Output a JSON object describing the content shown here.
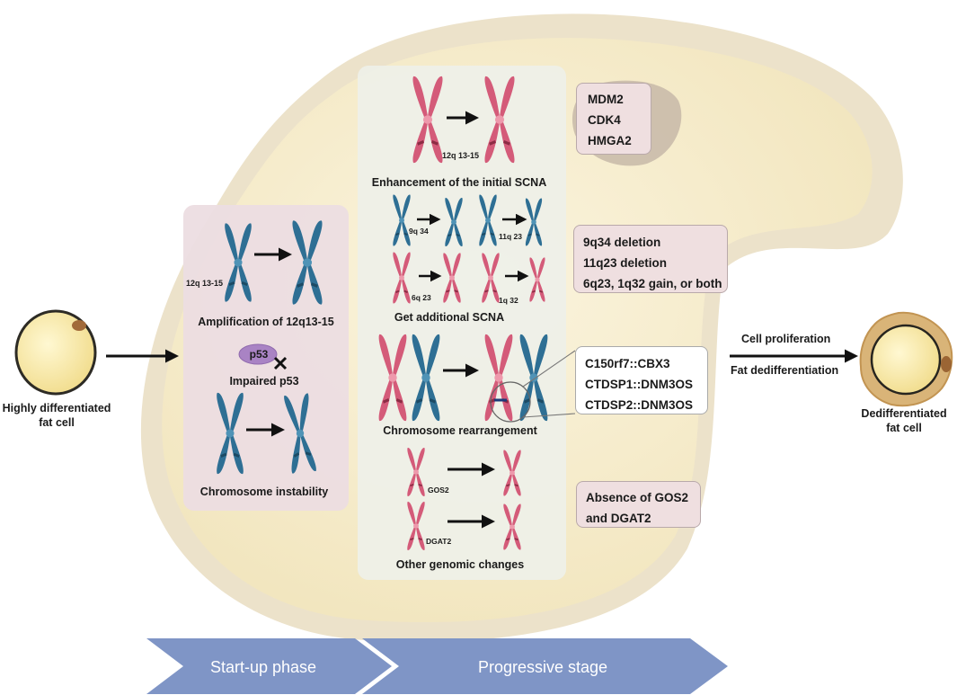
{
  "left_cell": {
    "label_line1": "Highly differentiated",
    "label_line2": "fat cell"
  },
  "right_cell": {
    "label_line1": "Dedifferentiated",
    "label_line2": "fat cell"
  },
  "outer_arrow_labels": {
    "top": "Cell proliferation",
    "bottom": "Fat dedifferentiation"
  },
  "startup_panel": {
    "band_label": "12q 13-15",
    "amplification_caption": "Amplification of 12q13-15",
    "protein_label": "p53",
    "impaired_caption": "Impaired p53",
    "instability_caption": "Chromosome instability"
  },
  "progressive_panel": {
    "enhancement": {
      "band_label": "12q 13-15",
      "caption": "Enhancement of the initial SCNA"
    },
    "additional": {
      "band_labels": [
        "9q 34",
        "11q 23",
        "6q 23",
        "1q 32"
      ],
      "caption": "Get additional SCNA"
    },
    "rearrangement": {
      "caption": "Chromosome rearrangement"
    },
    "other": {
      "band_labels": [
        "GOS2",
        "DGAT2"
      ],
      "caption": "Other genomic changes"
    }
  },
  "info_boxes": {
    "genes": [
      "MDM2",
      "CDK4",
      "HMGA2"
    ],
    "scna": [
      "9q34 deletion",
      "11q23 deletion",
      "6q23, 1q32 gain, or both"
    ],
    "fusions": [
      "C150rf7::CBX3",
      "CTDSP1::DNM3OS",
      "CTDSP2::DNM3OS"
    ],
    "absence": [
      "Absence of GOS2",
      "and DGAT2"
    ]
  },
  "phases": {
    "startup": "Start-up phase",
    "progressive": "Progressive stage"
  },
  "colors": {
    "blue_chromosome": "#2e6f94",
    "pink_chromosome": "#d45b79",
    "startup_panel": "#ecdde1",
    "progressive_panel": "#eef0e8",
    "cell_membrane": "#ede3cd",
    "phase_arrow": "#7f95c6"
  }
}
